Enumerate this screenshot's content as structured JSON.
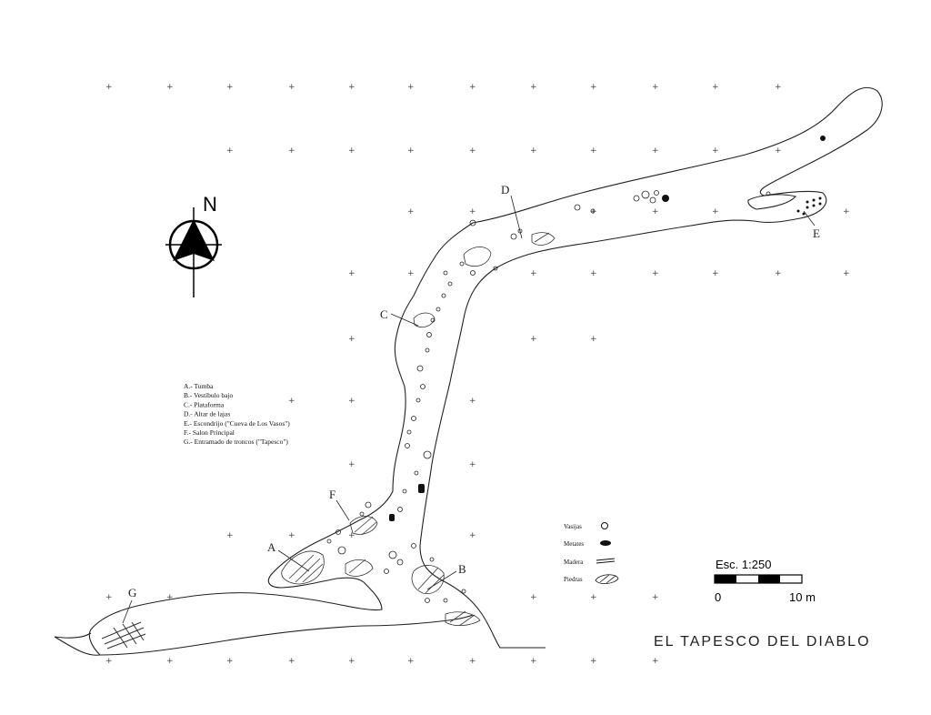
{
  "map": {
    "title": "EL TAPESCO DEL DIABLO",
    "north_label": "N",
    "scale": {
      "label": "Esc. 1:250",
      "start": "0",
      "end": "10 m"
    },
    "legend_locations": [
      "A.- Tumba",
      "B.- Vestíbulo bajo",
      "C.- Plataforma",
      "D.- Altar de lajas",
      "E.- Escondrijo (\"Cueva de Los Vasos\")",
      "F.- Salon Principal",
      "G.- Entramado de troncos (\"Tapesco\")"
    ],
    "legend_symbols": [
      {
        "label": "Vasijas",
        "icon": "vessel-icon"
      },
      {
        "label": "Metates",
        "icon": "metate-icon"
      },
      {
        "label": "Madera",
        "icon": "wood-icon"
      },
      {
        "label": "Piedras",
        "icon": "stone-icon"
      }
    ],
    "point_labels": {
      "A": "A",
      "B": "B",
      "C": "C",
      "D": "D",
      "E": "E",
      "F": "F",
      "G": "G"
    },
    "colors": {
      "ink": "#111111",
      "paper": "#ffffff"
    }
  }
}
